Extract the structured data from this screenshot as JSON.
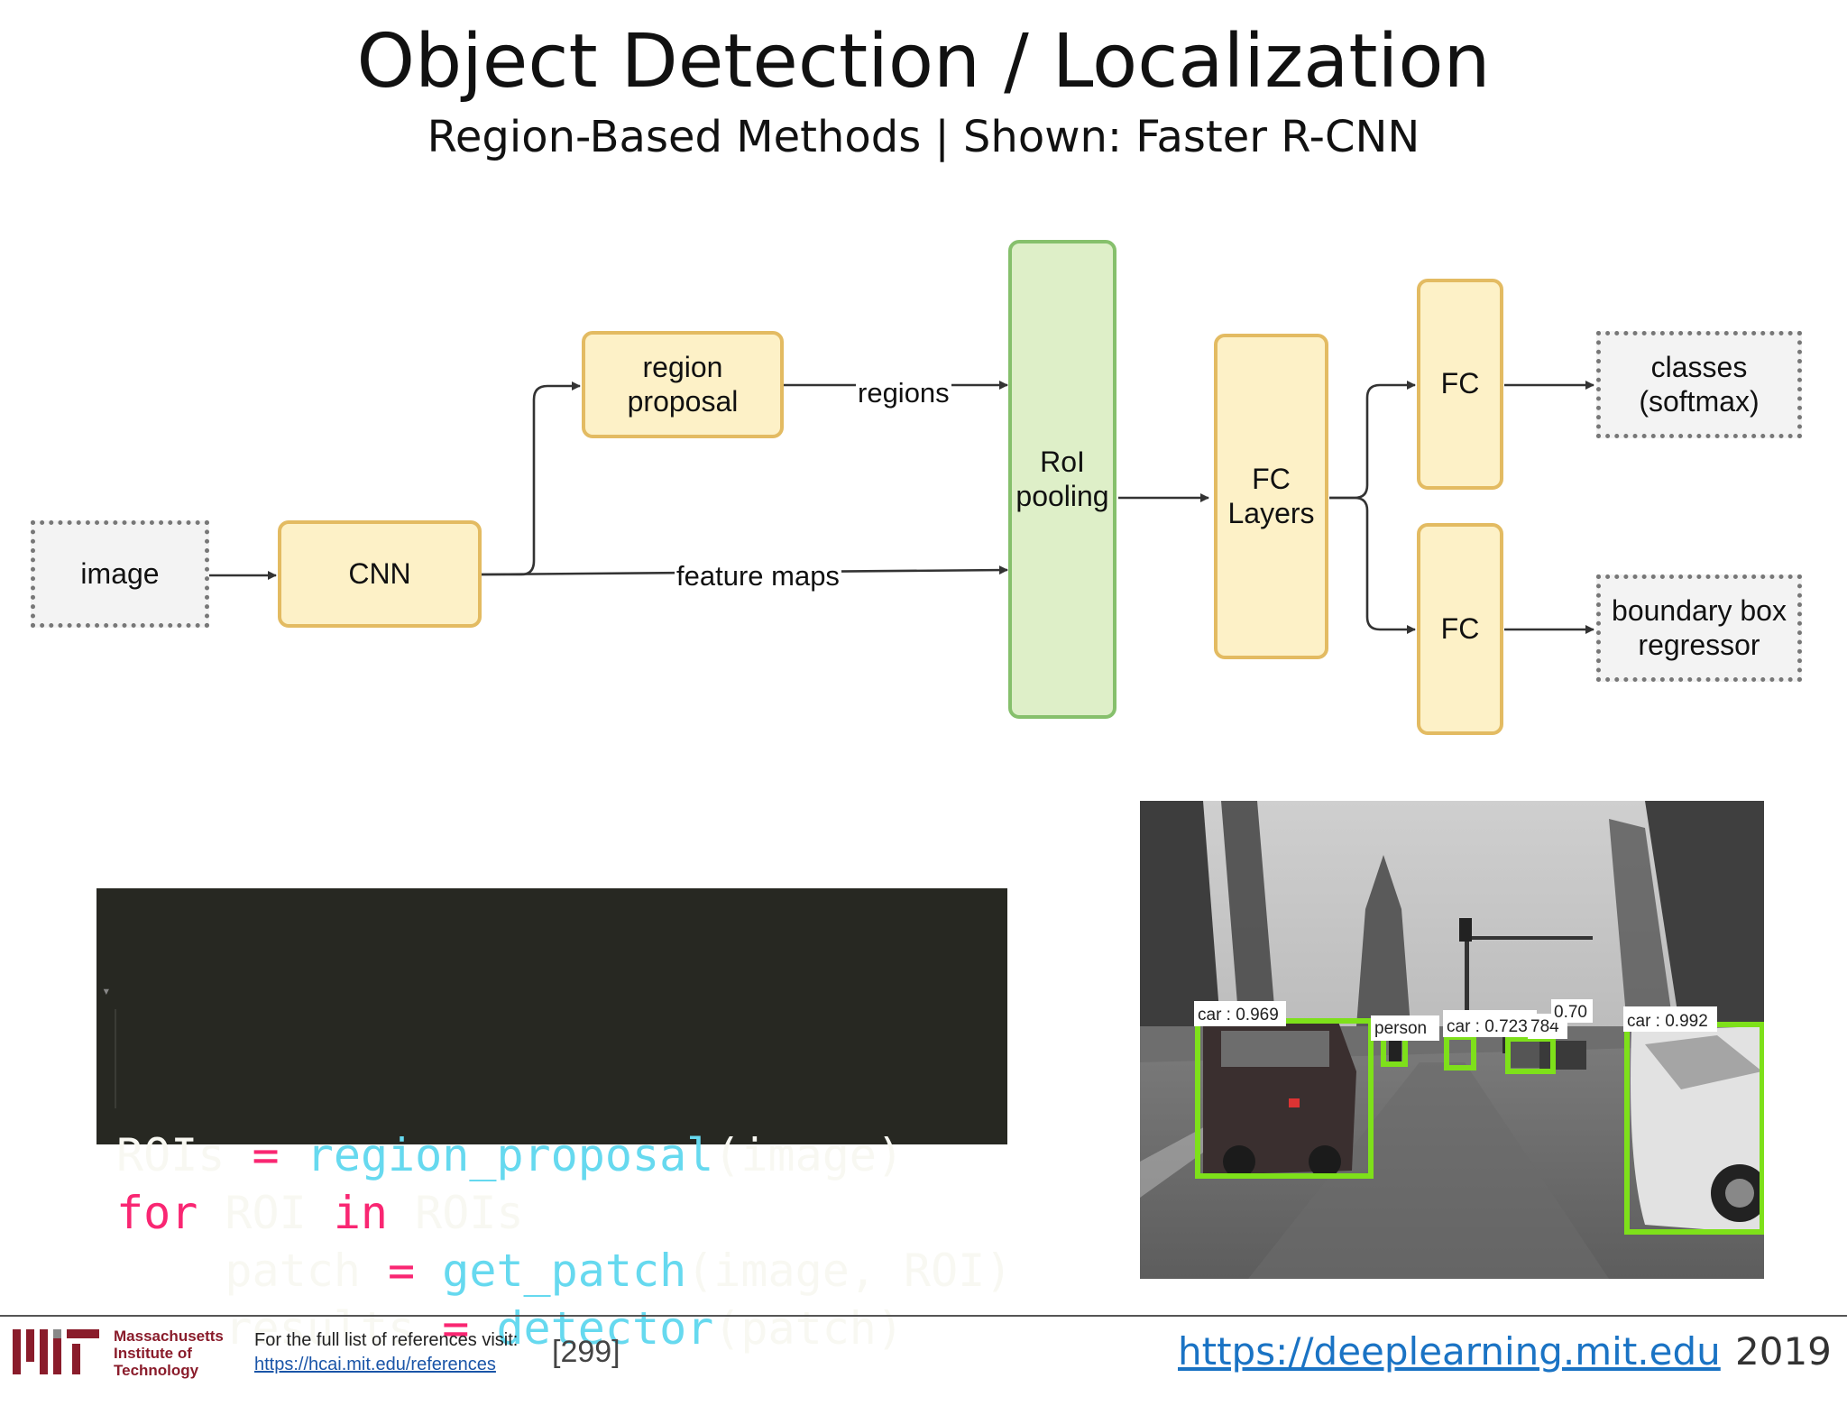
{
  "header": {
    "title": "Object Detection / Localization",
    "subtitle": "Region-Based Methods | Shown: Faster R-CNN"
  },
  "diagram": {
    "nodes": {
      "image": "image",
      "cnn": "CNN",
      "region_proposal": [
        "region",
        "proposal"
      ],
      "roi_pooling": [
        "RoI",
        "pooling"
      ],
      "fc_layers": [
        "FC",
        "Layers"
      ],
      "fc_top": "FC",
      "fc_bottom": "FC",
      "classes": [
        "classes",
        "(softmax)"
      ],
      "bbox_regressor": [
        "boundary box",
        "regressor"
      ]
    },
    "edge_labels": {
      "regions": "regions",
      "feature_maps": "feature maps"
    },
    "colors": {
      "yellow_fill": "#fdf1c7",
      "yellow_border": "#e3bb62",
      "green_fill": "#deefc8",
      "green_border": "#86c06c"
    }
  },
  "code": {
    "lines": [
      [
        {
          "t": "ROIs ",
          "c": "plain"
        },
        {
          "t": "=",
          "c": "op"
        },
        {
          "t": " ",
          "c": "plain"
        },
        {
          "t": "region_proposal",
          "c": "fn"
        },
        {
          "t": "(image)",
          "c": "plain"
        }
      ],
      [
        {
          "t": "for",
          "c": "kw"
        },
        {
          "t": " ROI ",
          "c": "plain"
        },
        {
          "t": "in",
          "c": "kw"
        },
        {
          "t": " ROIs",
          "c": "plain"
        }
      ],
      [
        {
          "t": "    patch ",
          "c": "plain"
        },
        {
          "t": "=",
          "c": "op"
        },
        {
          "t": " ",
          "c": "plain"
        },
        {
          "t": "get_patch",
          "c": "fn"
        },
        {
          "t": "(image, ROI)",
          "c": "plain"
        }
      ],
      [
        {
          "t": "    results ",
          "c": "plain"
        },
        {
          "t": "=",
          "c": "op"
        },
        {
          "t": " ",
          "c": "plain"
        },
        {
          "t": "detector",
          "c": "fn"
        },
        {
          "t": "(patch)",
          "c": "plain"
        }
      ]
    ]
  },
  "detections": {
    "labels": {
      "car_left": "car : 0.969",
      "person": "person",
      "car_mid": "car : 0.723",
      "car_mid2": "784",
      "car_far": "0.70",
      "car_right": "car : 0.992"
    },
    "box_color": "#7ee01a"
  },
  "footer": {
    "mit_name": [
      "Massachusetts",
      "Institute of",
      "Technology"
    ],
    "refs_text": "For the full list of references visit:",
    "refs_link": "https://hcai.mit.edu/references",
    "ref_number": "[299]",
    "site": "https://deeplearning.mit.edu",
    "year": "2019"
  }
}
